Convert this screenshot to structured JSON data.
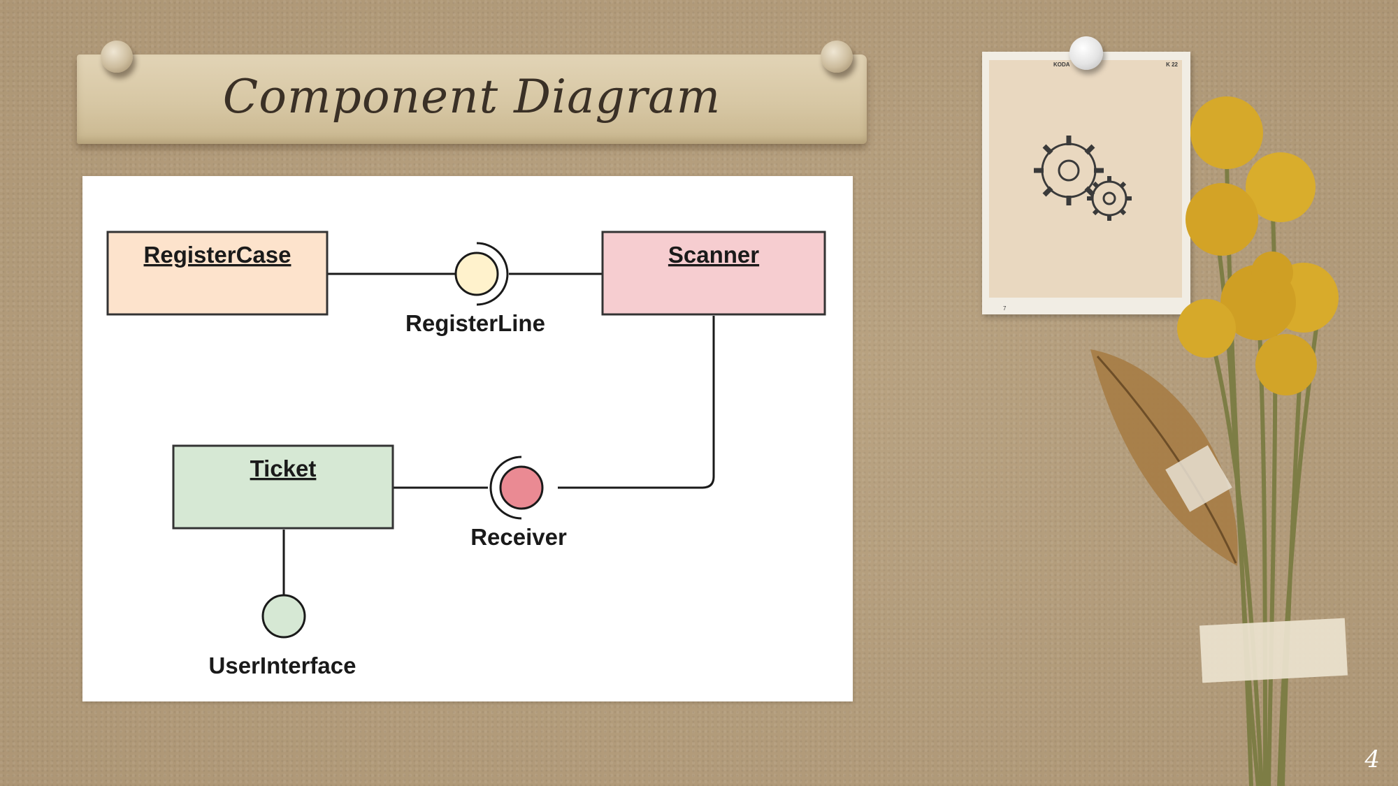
{
  "banner": {
    "title": "Component Diagram"
  },
  "diagram": {
    "components": [
      {
        "name": "RegisterCase",
        "fill": "#fde3cc"
      },
      {
        "name": "Scanner",
        "fill": "#f6cdd0"
      },
      {
        "name": "Ticket",
        "fill": "#d6e8d4"
      }
    ],
    "interfaces": [
      {
        "name": "RegisterLine",
        "fill": "#fff2cc"
      },
      {
        "name": "Receiver",
        "fill": "#ea8a93"
      },
      {
        "name": "UserInterface",
        "fill": "#d6e8d4"
      }
    ]
  },
  "polaroid": {
    "film_left": "KODA",
    "film_right": "K 22",
    "film_bottom": "7",
    "icon": "gears-icon"
  },
  "page_number": "4",
  "colors": {
    "background": "#b49e7d",
    "banner": "#d9c9a7",
    "title_text": "#3a3026"
  }
}
